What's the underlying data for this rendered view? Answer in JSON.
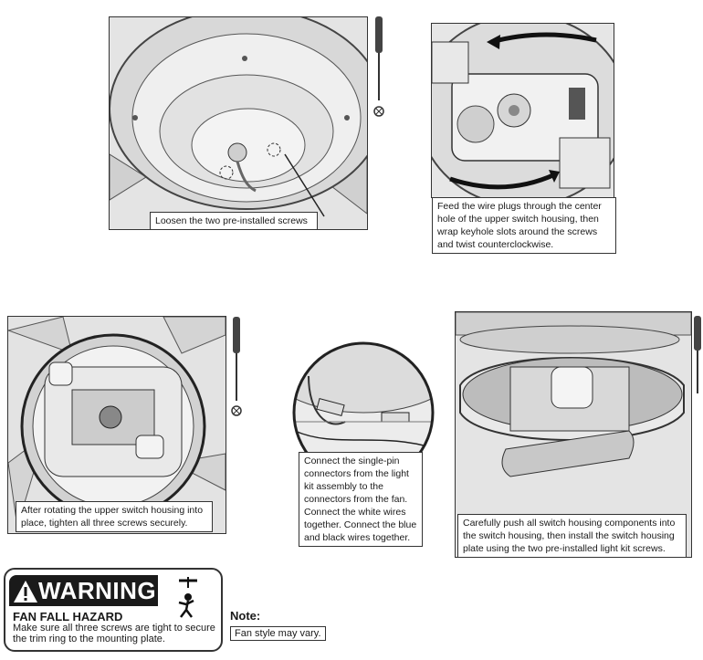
{
  "captions": {
    "step1": "Loosen the two pre-installed screws",
    "step2": "Feed the wire plugs through the center hole of the upper switch housing, then wrap keyhole slots around the screws and twist counterclockwise.",
    "step3": "After rotating the upper switch housing into place, tighten all three screws securely.",
    "step4": "Connect the single-pin connectors from the light kit assembly to the connectors from the fan. Connect the white wires together. Connect the blue and black wires together.",
    "step5": "Carefully push all switch housing components into the switch housing, then install the switch housing plate using the two pre-installed light kit screws."
  },
  "warning": {
    "label": "WARNING",
    "hazard_title": "FAN FALL HAZARD",
    "hazard_text": "Make sure all three screws are tight to secure the trim ring to the mounting plate."
  },
  "note": {
    "label": "Note:",
    "text": "Fan style may vary."
  },
  "icons": {
    "screwdriver": "screwdriver-icon",
    "phillips": "phillips-screw-icon",
    "warning_triangle": "warning-triangle-icon",
    "falling_fan": "falling-fan-person-icon"
  }
}
